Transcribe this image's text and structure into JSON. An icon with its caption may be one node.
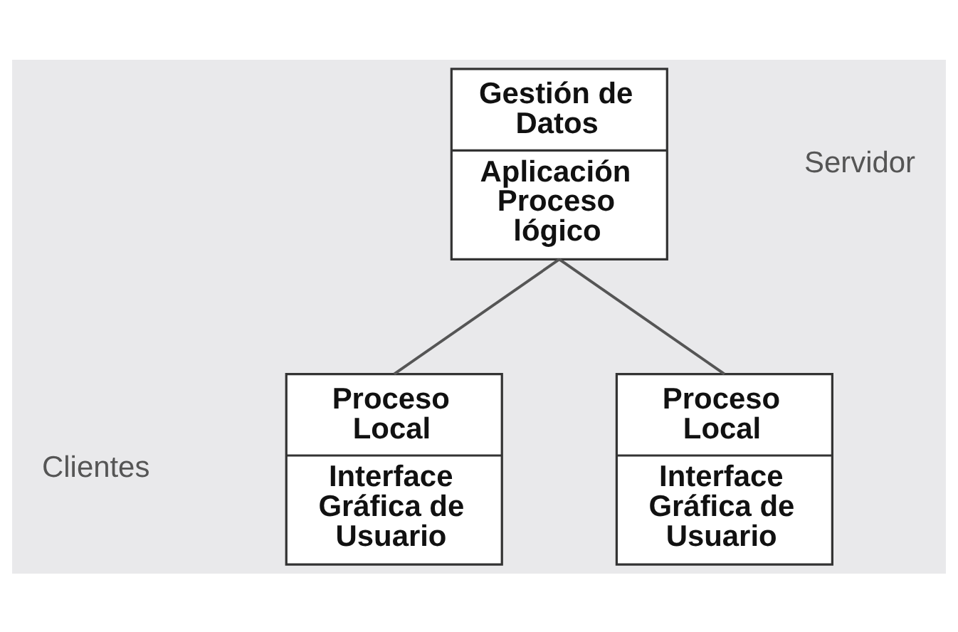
{
  "diagram": {
    "nodes": [
      {
        "text": [
          "Gestión de Datos",
          "Aplicación Proceso lógico"
        ]
      },
      {
        "text": [
          "Proceso Local",
          "Interface Gráfica de Usuario"
        ]
      },
      {
        "text": [
          "Proceso Local",
          "Interface Gráfica de Usuario"
        ]
      }
    ],
    "edges": [
      {
        "from": 0,
        "to": 1,
        "arrow": "none"
      },
      {
        "from": 0,
        "to": 2,
        "arrow": "none"
      }
    ],
    "labels": [
      "Servidor",
      "Clientes"
    ]
  }
}
